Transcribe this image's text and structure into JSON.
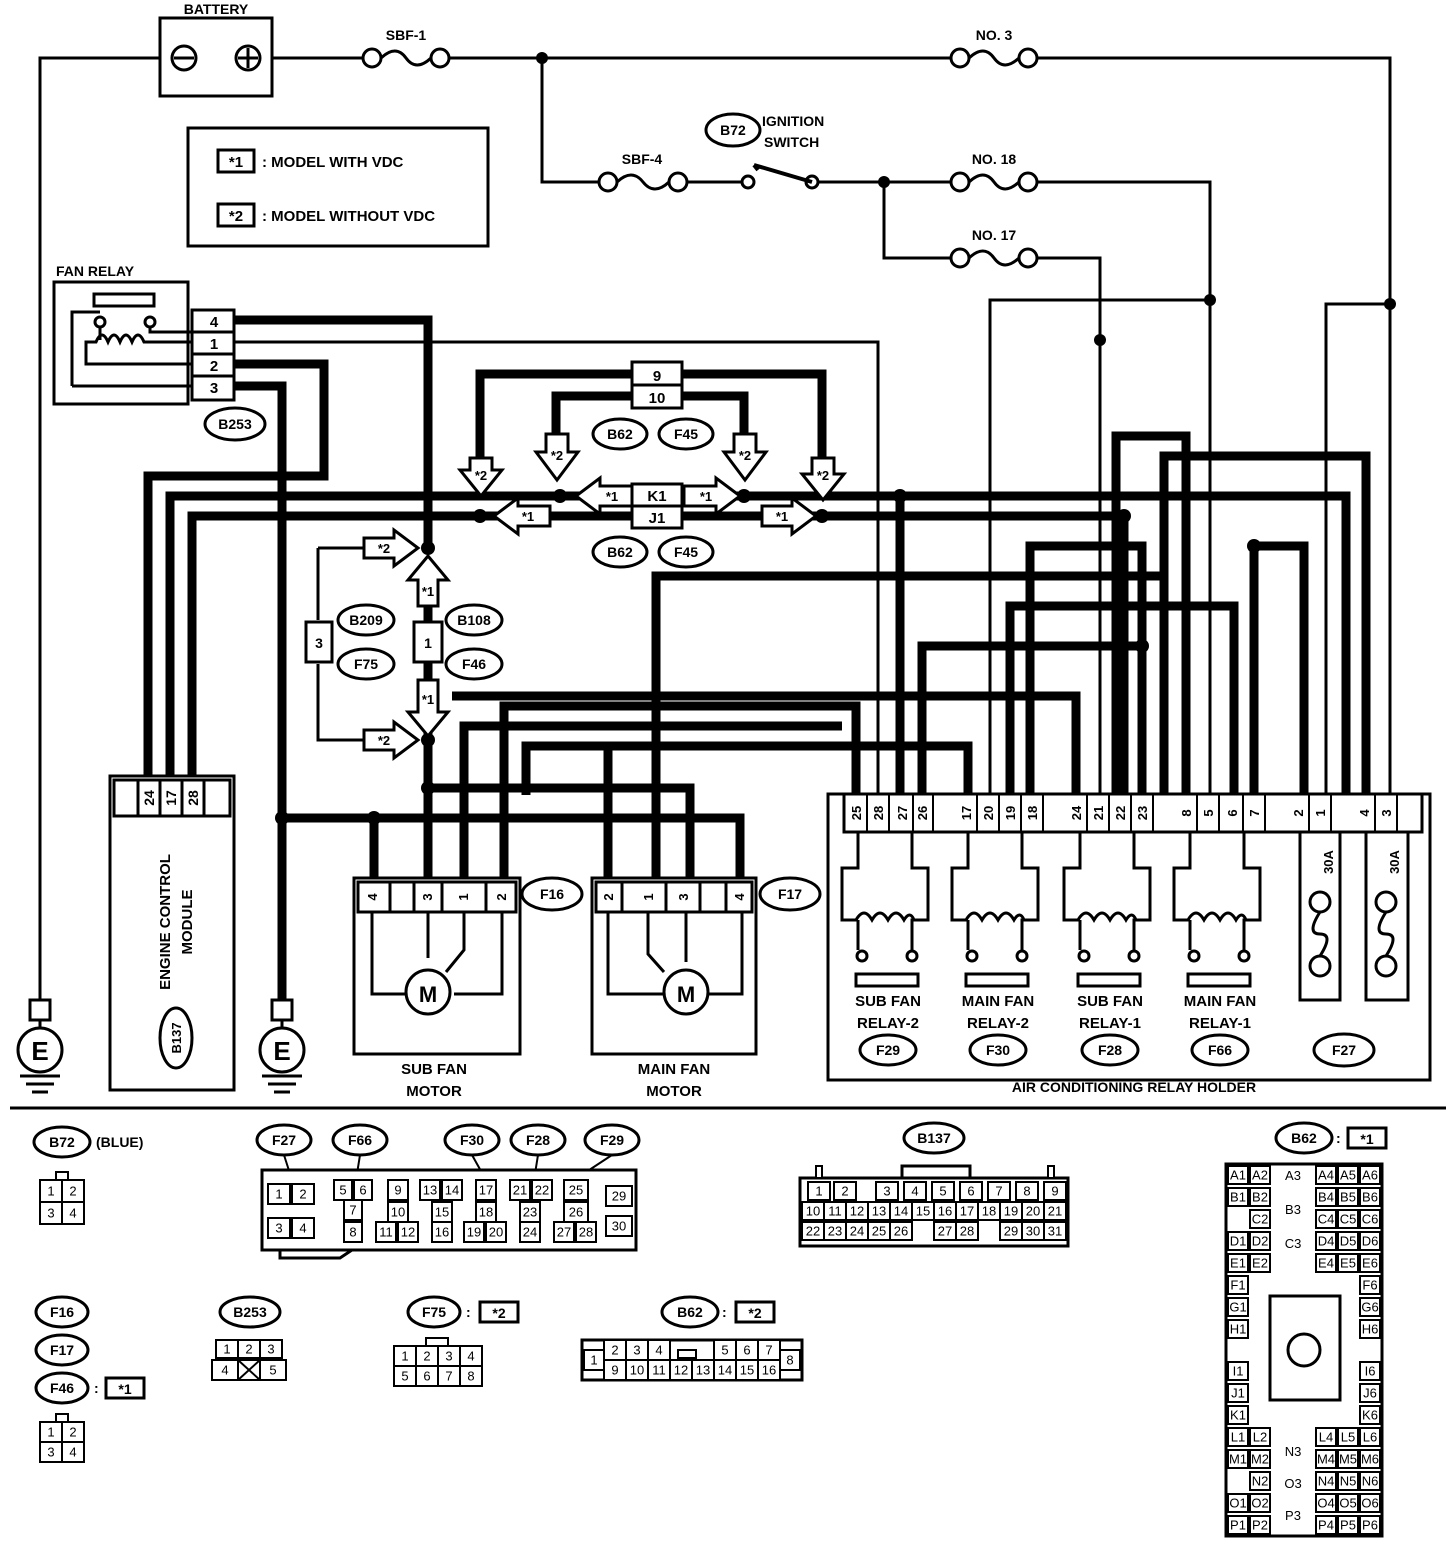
{
  "top": {
    "battery": "BATTERY",
    "fuses": [
      "SBF-1",
      "NO. 3",
      "SBF-4",
      "NO. 18",
      "NO. 17"
    ],
    "ignition_connector": "B72",
    "ignition_label": [
      "IGNITION",
      "SWITCH"
    ]
  },
  "legend": {
    "items": [
      {
        "tag": "*1",
        "text": ": MODEL WITH VDC"
      },
      {
        "tag": "*2",
        "text": ": MODEL WITHOUT VDC"
      }
    ]
  },
  "fan_relay": {
    "title": "FAN RELAY",
    "pins": [
      "4",
      "1",
      "2",
      "3"
    ],
    "connector": "B253"
  },
  "junction": {
    "pins_top": [
      "9",
      "10"
    ],
    "pins_mid": [
      "K1",
      "J1"
    ],
    "connectors_top": [
      "B62",
      "F45"
    ],
    "connectors_bottom": [
      "B62",
      "F45"
    ],
    "tag1": "*1",
    "tag2": "*2"
  },
  "mid_connectors": {
    "b209": "B209",
    "f75": "F75",
    "pin3": "3",
    "b108": "B108",
    "f46": "F46",
    "pin1": "1"
  },
  "ecm": {
    "pins": [
      "24",
      "17",
      "28"
    ],
    "label": [
      "ENGINE CONTROL",
      "MODULE"
    ],
    "connector": "B137"
  },
  "ground": "E",
  "sub_fan": {
    "pins": [
      "4",
      "3",
      "1",
      "2"
    ],
    "connector": "F16",
    "label": [
      "SUB FAN",
      "MOTOR"
    ],
    "motor": "M"
  },
  "main_fan": {
    "pins": [
      "2",
      "1",
      "3",
      "4"
    ],
    "connector": "F17",
    "label": [
      "MAIN FAN",
      "MOTOR"
    ],
    "motor": "M"
  },
  "relay_holder": {
    "pins": [
      "25",
      "28",
      "27",
      "26",
      "17",
      "20",
      "19",
      "18",
      "24",
      "21",
      "22",
      "23",
      "8",
      "5",
      "6",
      "7",
      "2",
      "1",
      "4",
      "3"
    ],
    "relays": [
      {
        "name": [
          "SUB FAN",
          "RELAY-2"
        ],
        "connector": "F29"
      },
      {
        "name": [
          "MAIN FAN",
          "RELAY-2"
        ],
        "connector": "F30"
      },
      {
        "name": [
          "SUB FAN",
          "RELAY-1"
        ],
        "connector": "F28"
      },
      {
        "name": [
          "MAIN FAN",
          "RELAY-1"
        ],
        "connector": "F66"
      }
    ],
    "fuses": [
      "30A",
      "30A"
    ],
    "fuse_connector": "F27",
    "title": "AIR CONDITIONING RELAY HOLDER"
  },
  "bottom": {
    "b72": {
      "id": "B72",
      "note": "(BLUE)",
      "pins": [
        [
          "1",
          "2"
        ],
        [
          "3",
          "4"
        ]
      ]
    },
    "relay_block": {
      "ids": [
        "F27",
        "F66",
        "F30",
        "F28",
        "F29"
      ],
      "pins": [
        "1",
        "2",
        "3",
        "4",
        "5",
        "6",
        "7",
        "8",
        "9",
        "10",
        "11",
        "12",
        "13",
        "14",
        "15",
        "16",
        "17",
        "18",
        "19",
        "20",
        "21",
        "22",
        "23",
        "24",
        "25",
        "26",
        "27",
        "28",
        "29",
        "30"
      ]
    },
    "b137": {
      "id": "B137",
      "row1": [
        "1",
        "2",
        "3",
        "4",
        "5",
        "6",
        "7",
        "8",
        "9"
      ],
      "row2": [
        "10",
        "11",
        "12",
        "13",
        "14",
        "15",
        "16",
        "17",
        "18",
        "19",
        "20",
        "21"
      ],
      "row3": [
        "22",
        "23",
        "24",
        "25",
        "26",
        "27",
        "28",
        "29",
        "30",
        "31"
      ]
    },
    "b62_vdc": {
      "id": "B62",
      "tag": "*1",
      "left": [
        "A1",
        "B1",
        "D1",
        "E1",
        "F1",
        "G1",
        "H1",
        "I1",
        "J1",
        "K1",
        "L1",
        "M1",
        "O1",
        "P1"
      ],
      "left2": [
        "A2",
        "B2",
        "C2",
        "D2",
        "E2",
        "L2",
        "M2",
        "N2",
        "O2",
        "P2"
      ],
      "center": [
        "A3",
        "B3",
        "C3",
        "N3",
        "O3",
        "P3"
      ],
      "right4": [
        "A4",
        "B4",
        "C4",
        "D4",
        "E4",
        "L4",
        "M4",
        "N4",
        "O4",
        "P4"
      ],
      "right5": [
        "A5",
        "B5",
        "C5",
        "D5",
        "E5",
        "L5",
        "M5",
        "N5",
        "O5",
        "P5"
      ],
      "right6": [
        "A6",
        "B6",
        "C6",
        "D6",
        "E6",
        "F6",
        "G6",
        "H6",
        "I6",
        "J6",
        "K6",
        "L6",
        "M6",
        "N6",
        "O6",
        "P6"
      ]
    },
    "f16_group": {
      "ids": [
        "F16",
        "F17",
        "F46"
      ],
      "tag": "*1",
      "pins": [
        [
          "1",
          "2"
        ],
        [
          "3",
          "4"
        ]
      ]
    },
    "b253": {
      "id": "B253",
      "pins": [
        [
          "1",
          "2",
          "3"
        ],
        [
          "4",
          "5"
        ]
      ]
    },
    "f75": {
      "id": "F75",
      "tag": "*2",
      "pins": [
        [
          "1",
          "2",
          "3",
          "4"
        ],
        [
          "5",
          "6",
          "7",
          "8"
        ]
      ]
    },
    "b62": {
      "id": "B62",
      "tag": "*2",
      "pins": [
        "1",
        "2",
        "3",
        "4",
        "5",
        "6",
        "7",
        "8",
        "9",
        "10",
        "11",
        "12",
        "13",
        "14",
        "15",
        "16"
      ]
    }
  }
}
